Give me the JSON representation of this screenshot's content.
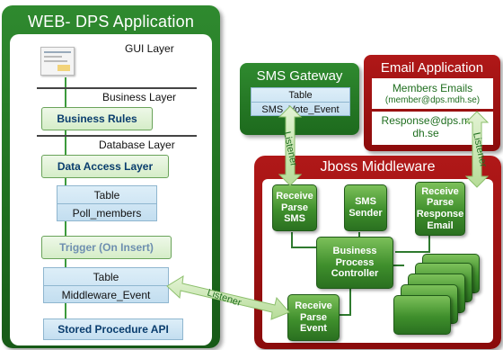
{
  "web_dps": {
    "title": "WEB- DPS Application",
    "gui_layer": "GUI Layer",
    "business_layer": "Business Layer",
    "business_rules": "Business Rules",
    "database_layer": "Database Layer",
    "data_access_layer": "Data Access Layer",
    "table_poll": {
      "label": "Table",
      "name": "Poll_members"
    },
    "trigger": "Trigger (On Insert)",
    "table_middleware": {
      "label": "Table",
      "name": "Middleware_Event"
    },
    "stored_procedure": "Stored Procedure API"
  },
  "sms_gateway": {
    "title": "SMS Gateway",
    "table": {
      "label": "Table",
      "name": "SMS_Vote_Event"
    }
  },
  "email_app": {
    "title": "Email Application",
    "members_emails": "Members Emails",
    "members_address": "(member@dps.mdh.se)",
    "response": "Response@dps.m dh.se"
  },
  "jboss": {
    "title": "Jboss Middleware",
    "receive_parse_sms": "Receive\nParse\nSMS",
    "sms_sender": "SMS\nSender",
    "receive_parse_response_email": "Receive\nParse\nResponse\nEmail",
    "business_process_controller": "Business\nProcess\nController",
    "receive_parse_event": "Receive\nParse\nEvent"
  },
  "listeners": {
    "sms": "Listener",
    "email": "Listener",
    "middleware": "Listener"
  },
  "colors": {
    "green_panel": "#1f6e1f",
    "red_panel": "#9a1010",
    "node_green": "#3f8f2c",
    "text_blue": "#0a3d6e"
  }
}
